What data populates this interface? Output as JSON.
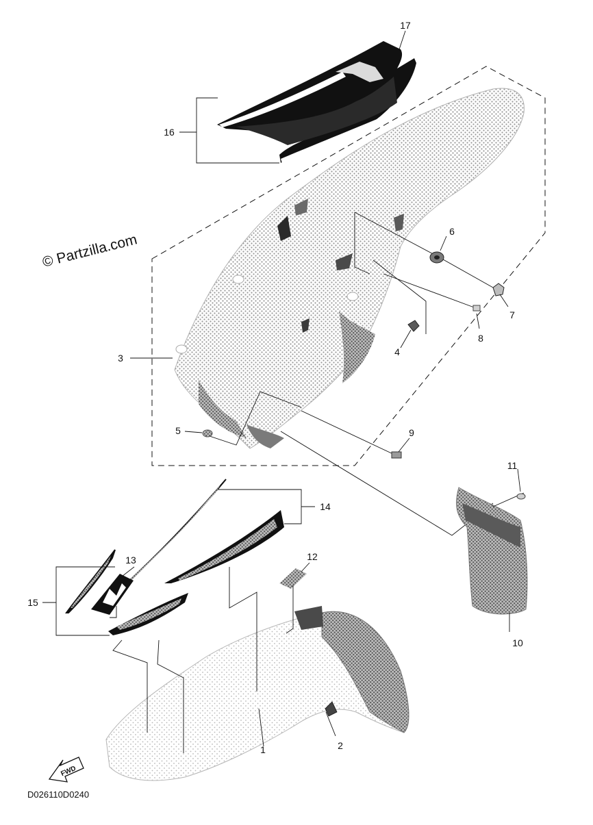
{
  "copyright": "© Partzilla.com",
  "diagram_code": "D026110D0240",
  "fwd_label": "FWD",
  "callouts": {
    "c1": "1",
    "c2": "2",
    "c3": "3",
    "c4": "4",
    "c5": "5",
    "c6": "6",
    "c7": "7",
    "c8": "8",
    "c9": "9",
    "c10": "10",
    "c11": "11",
    "c12": "12",
    "c13": "13",
    "c14": "14",
    "c15": "15",
    "c16": "16",
    "c17": "17"
  },
  "colors": {
    "line": "#111111",
    "part_fill": "#e6e6e6",
    "shadow_fill": "#8a8a8a",
    "graphic_black": "#111111"
  }
}
